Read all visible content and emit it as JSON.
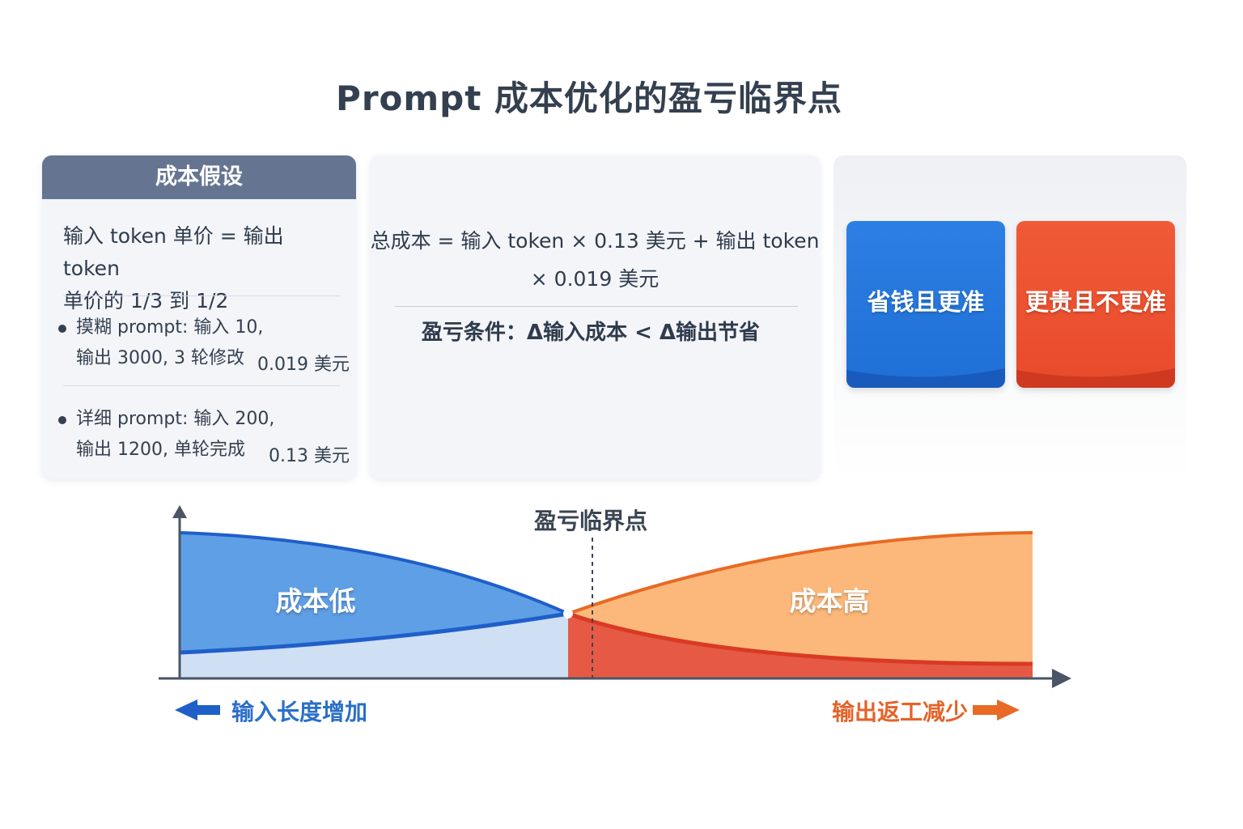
{
  "title": "Prompt 成本优化的盈亏临界点",
  "assumptions": {
    "heading": "成本假设",
    "summary_line1": "输入 token 单价 = 输出 token",
    "summary_line2": "单价的 1/3 到 1/2",
    "items": [
      {
        "line1": "摸糊 prompt: 输入 10,",
        "line2": "输出 3000, 3 轮修改",
        "price": "0.019 美元"
      },
      {
        "line1": "详细 prompt: 输入 200,",
        "line2": "输出 1200, 单轮完成",
        "price": "0.13 美元"
      }
    ]
  },
  "formula": {
    "line1": "总成本 = 输入 token × 0.13 美元 + 输出 token",
    "line2": "× 0.019 美元",
    "condition": "盈亏条件：Δ输入成本 < Δ输出节省"
  },
  "outcomes": {
    "save": "省钱且更准",
    "costly": "更贵且不更准",
    "colors": {
      "save": "#1f6fd6",
      "costly": "#e84a2c"
    }
  },
  "chart": {
    "break_even_label": "盈亏临界点",
    "low_cost_label": "成本低",
    "high_cost_label": "成本高",
    "left_arrow_label": "输入长度增加",
    "right_arrow_label": "输出返工减少",
    "colors": {
      "left_area": "#5f9fe6",
      "right_area": "#fcb87a",
      "left_line": "#1f5fc9",
      "right_line": "#e86a25",
      "accent_red": "#e4543b"
    }
  }
}
